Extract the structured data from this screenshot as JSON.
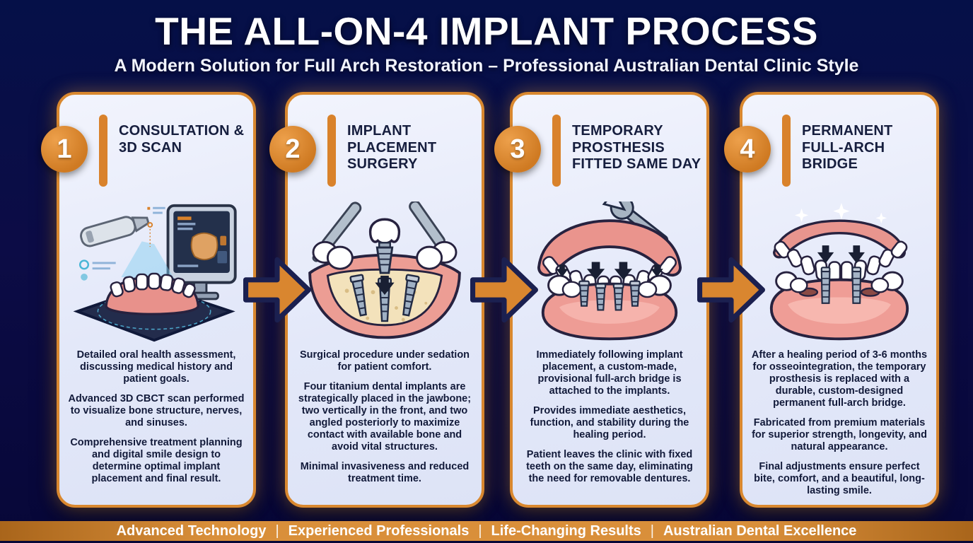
{
  "header": {
    "title": "THE ALL-ON-4 IMPLANT PROCESS",
    "subtitle": "A Modern Solution for Full Arch Restoration – Professional Australian Dental Clinic Style"
  },
  "steps": [
    {
      "number": "1",
      "title": "CONSULTATION & 3D SCAN",
      "illustration": "intraoral-scanner-3d-scan-illustration",
      "paragraphs": [
        "Detailed oral health assessment, discussing medical history and patient goals.",
        "Advanced 3D CBCT scan performed to visualize bone structure, nerves, and sinuses.",
        "Comprehensive treatment planning and digital smile design to determine optimal implant placement and final result."
      ]
    },
    {
      "number": "2",
      "title": "IMPLANT PLACEMENT SURGERY",
      "illustration": "implant-surgery-jawbone-illustration",
      "paragraphs": [
        "Surgical procedure under sedation for patient comfort.",
        "Four titanium dental implants are strategically placed in the jawbone; two vertically in the front, and two angled posteriorly to maximize contact with available bone and avoid vital structures.",
        "Minimal invasiveness and reduced treatment time."
      ]
    },
    {
      "number": "3",
      "title": "TEMPORARY PROSTHESIS FITTED SAME DAY",
      "illustration": "temporary-prosthesis-fitting-illustration",
      "paragraphs": [
        "Immediately following implant placement, a custom-made, provisional full-arch bridge is attached to the implants.",
        "Provides immediate aesthetics, function, and stability during the healing period.",
        "Patient leaves the clinic with fixed teeth on the same day, eliminating the need for removable dentures."
      ]
    },
    {
      "number": "4",
      "title": "PERMANENT FULL-ARCH BRIDGE",
      "illustration": "permanent-bridge-illustration",
      "paragraphs": [
        "After a healing period of 3-6 months for osseointegration, the temporary prosthesis is replaced with a durable, custom-designed permanent full-arch bridge.",
        "Fabricated from premium materials for superior strength, longevity, and natural appearance.",
        "Final adjustments ensure perfect bite, comfort, and a beautiful, long-lasting smile."
      ]
    }
  ],
  "arrows": {
    "icon": "arrow-right-icon",
    "count": 3
  },
  "footer": {
    "separator": "|",
    "items": [
      "Advanced Technology",
      "Experienced Professionals",
      "Life-Changing Results",
      "Australian Dental Excellence"
    ]
  },
  "colors": {
    "background_navy": "#0a0c44",
    "card_background": "#e7eafb",
    "accent_orange": "#d9822b",
    "card_border_orange": "#d9882f",
    "heading_navy": "#161e3e",
    "body_text_navy": "#121a3a",
    "footer_orange": "#d98f3a",
    "text_white": "#ffffff"
  }
}
